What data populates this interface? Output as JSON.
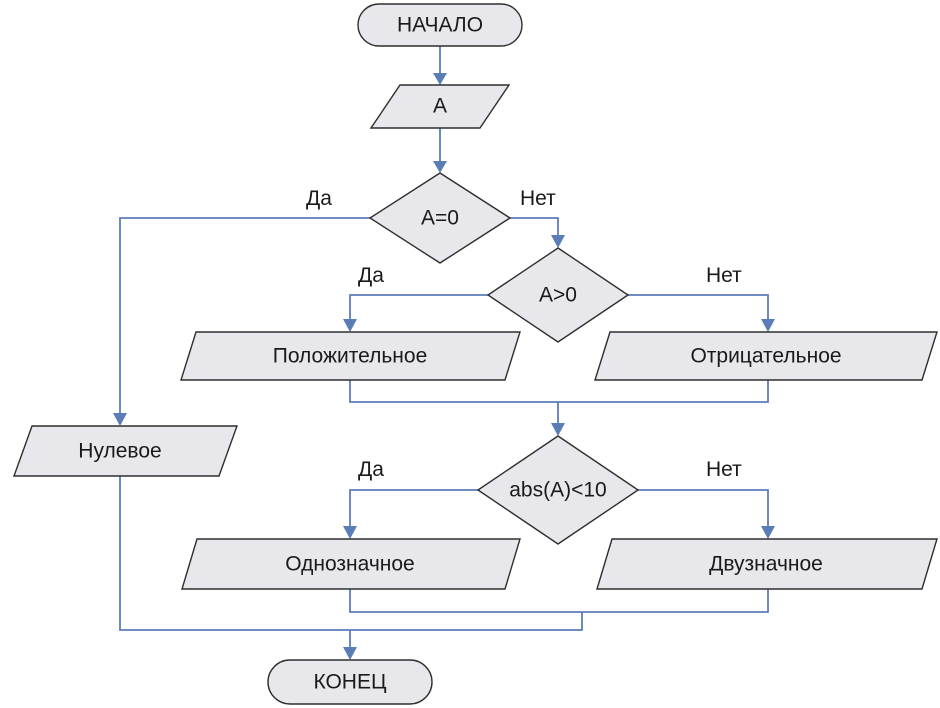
{
  "nodes": {
    "start": "НАЧАЛО",
    "input_a": "A",
    "cond_zero": "A=0",
    "cond_positive": "A>0",
    "out_positive": "Положительное",
    "out_negative": "Отрицательное",
    "out_zero": "Нулевое",
    "cond_abs": "abs(A)<10",
    "out_single": "Однозначное",
    "out_double": "Двузначное",
    "end": "КОНЕЦ"
  },
  "branches": {
    "zero_yes": "Да",
    "zero_no": "Нет",
    "positive_yes": "Да",
    "positive_no": "Нет",
    "abs_yes": "Да",
    "abs_no": "Нет"
  },
  "colors": {
    "connector": "#5b7db7",
    "shape_fill": "#e8e8ec",
    "shape_stroke": "#2e2e2e"
  }
}
